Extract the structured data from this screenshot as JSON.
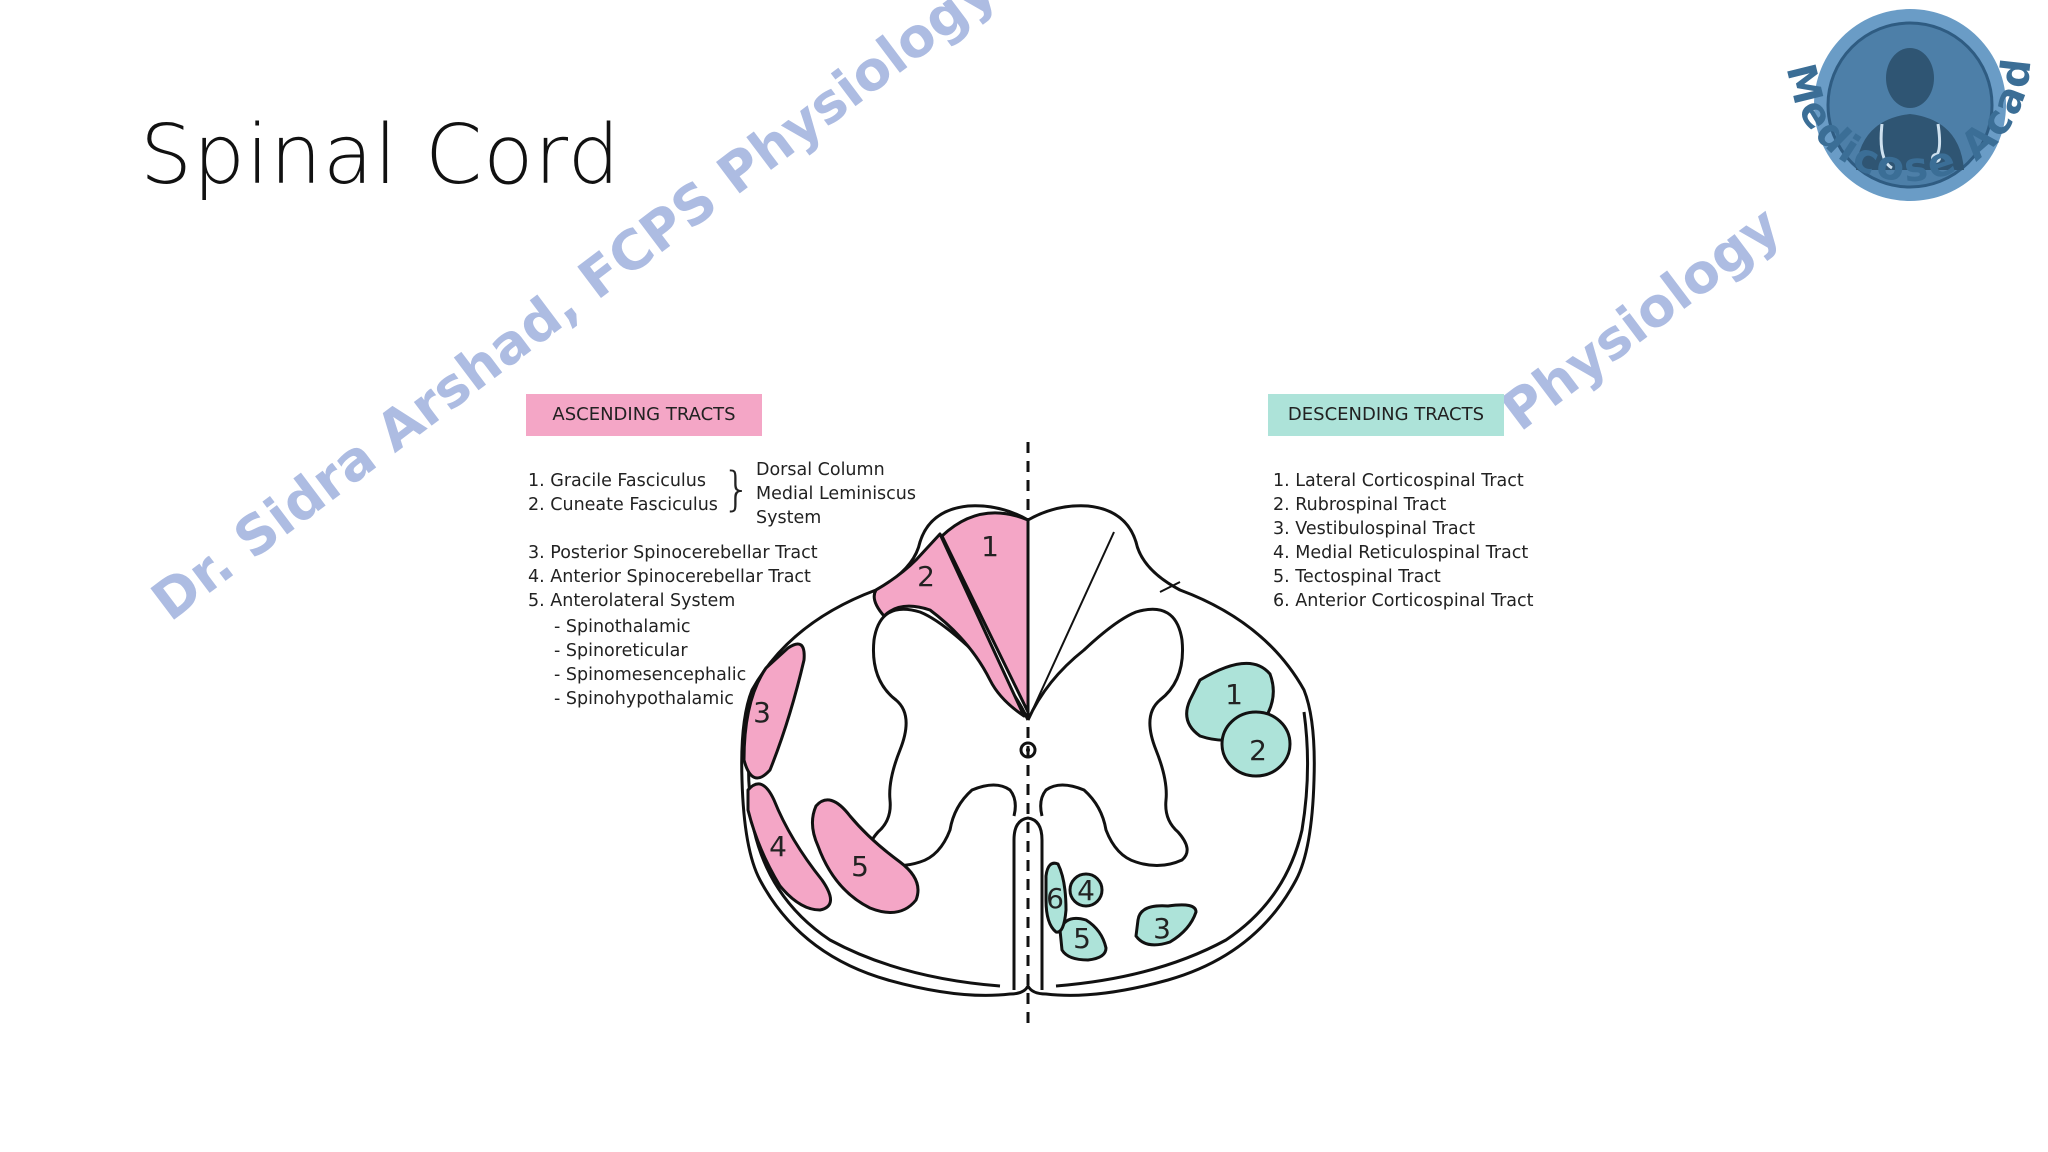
{
  "slide": {
    "title": "Spinal Cord",
    "watermark_main": "Dr. Sidra Arshad, FCPS Physiology",
    "watermark_right": "Physiology"
  },
  "logo": {
    "text": "Medicose Academics",
    "color": "#3b6e96"
  },
  "ascending": {
    "header": "ASCENDING TRACTS",
    "color": "#f4a6c6",
    "items_group1": [
      "1. Gracile Fasciculus",
      "2. Cuneate Fasciculus"
    ],
    "dorsal_column": [
      "Dorsal Column",
      "Medial Leminiscus",
      "System"
    ],
    "items_group2": [
      "3. Posterior Spinocerebellar Tract",
      "4. Anterior Spinocerebellar Tract",
      "5. Anterolateral System"
    ],
    "sub_items": [
      "- Spinothalamic",
      "- Spinoreticular",
      "- Spinomesencephalic",
      "- Spinohypothalamic"
    ]
  },
  "descending": {
    "header": "DESCENDING TRACTS",
    "color": "#ade3d9",
    "items": [
      "1. Lateral Corticospinal Tract",
      "2. Rubrospinal Tract",
      "3. Vestibulospinal Tract",
      "4. Medial Reticulospinal Tract",
      "5. Tectospinal Tract",
      "6. Anterior Corticospinal Tract"
    ]
  },
  "diagram_labels": {
    "asc": [
      "1",
      "2",
      "3",
      "4",
      "5"
    ],
    "desc": [
      "1",
      "2",
      "3",
      "4",
      "5",
      "6"
    ]
  }
}
